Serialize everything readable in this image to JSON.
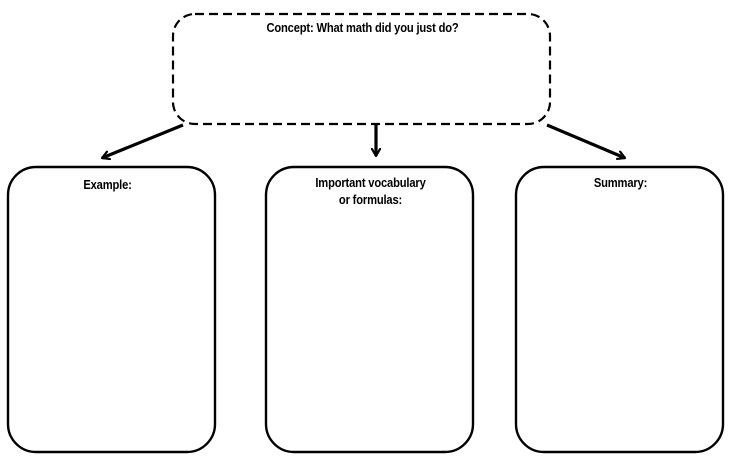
{
  "concept": {
    "label": "Concept: What math did you just do?"
  },
  "boxes": {
    "example": {
      "label": "Example:"
    },
    "vocabulary": {
      "label_line1": "Important vocabulary",
      "label_line2": "or formulas:"
    },
    "summary": {
      "label": "Summary:"
    }
  },
  "colors": {
    "stroke": "#000000",
    "background": "#ffffff"
  }
}
